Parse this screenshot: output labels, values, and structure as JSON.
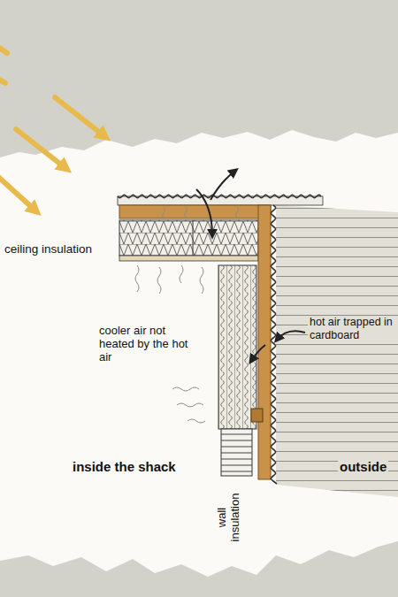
{
  "diagram": {
    "labels": [
      "ceiling insulation",
      "cooler air not heated by the hot air",
      "hot air trapped in cardboard",
      "inside the shack",
      "outside",
      "wall insulation"
    ]
  }
}
